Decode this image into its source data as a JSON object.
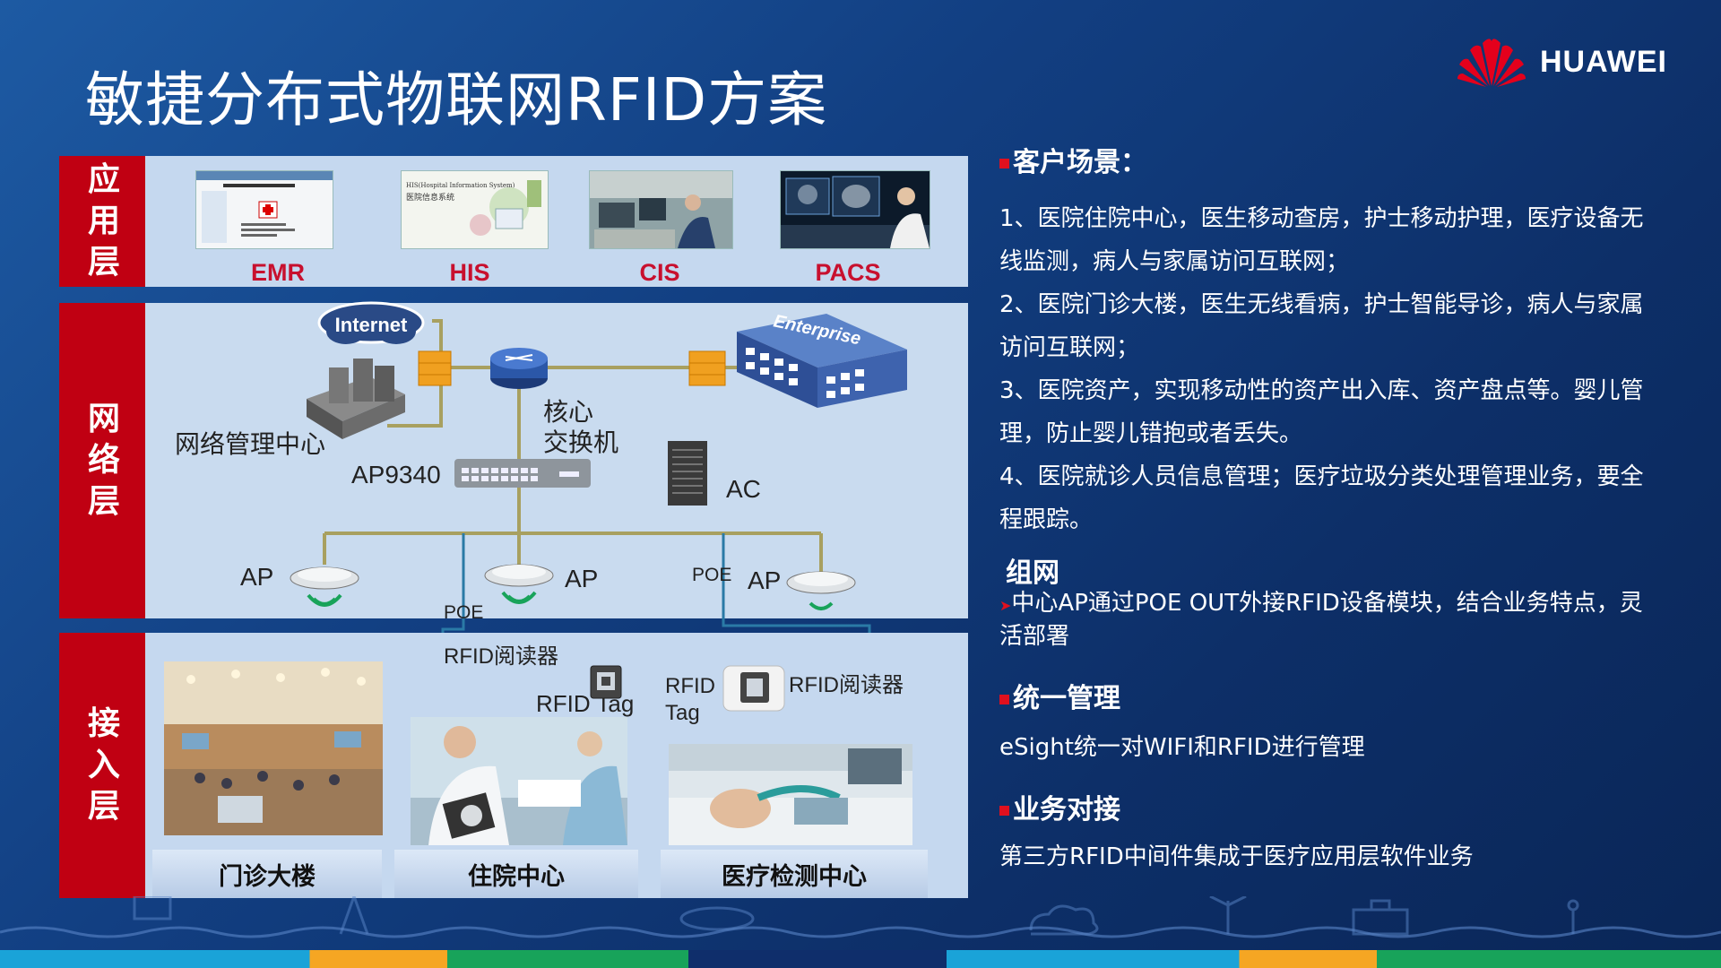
{
  "title": "敏捷分布式物联网RFID方案",
  "brand": "HUAWEI",
  "layers": {
    "app": "应用层",
    "network": "网络层",
    "access": "接入层"
  },
  "apps": [
    "EMR",
    "HIS",
    "CIS",
    "PACS"
  ],
  "his_thumb_text": [
    "HIS(Hospital Information System)",
    "医院信息系统"
  ],
  "network": {
    "internet": "Internet",
    "enterprise": "Enterprise",
    "nms": "网络管理中心",
    "core_switch_line1": "核心",
    "core_switch_line2": "交换机",
    "ap9340": "AP9340",
    "ac": "AC",
    "ap": "AP",
    "poe": "POE"
  },
  "access": {
    "rfid_reader": "RFID阅读器",
    "rfid_tag": "RFID Tag",
    "rfid_tag_line1": "RFID",
    "rfid_tag_line2": "Tag",
    "areas": [
      "门诊大楼",
      "住院中心",
      "医疗检测中心"
    ]
  },
  "right": {
    "scene_heading": "客户场景：",
    "scene_items": [
      "1、医院住院中心，医生移动查房，护士移动护理，医疗设备无线监测，病人与家属访问互联网；",
      "2、医院门诊大楼，医生无线看病，护士智能导诊，病人与家属访问互联网；",
      "3、医院资产，实现移动性的资产出入库、资产盘点等。婴儿管理，防止婴儿错抱或者丢失。",
      "4、医院就诊人员信息管理；医疗垃圾分类处理管理业务，要全程跟踪。"
    ],
    "network_heading": "组网",
    "network_text": "中心AP通过POE OUT外接RFID设备模块，结合业务特点，灵活部署",
    "mgmt_heading": "统一管理",
    "mgmt_text": "eSight统一对WIFI和RFID进行管理",
    "biz_heading": "业务对接",
    "biz_text": "第三方RFID中间件集成于医疗应用层软件业务"
  },
  "colors": {
    "accent_red": "#c00012",
    "panel_blue": "#c5d8ef",
    "label_red": "#c8102e"
  }
}
